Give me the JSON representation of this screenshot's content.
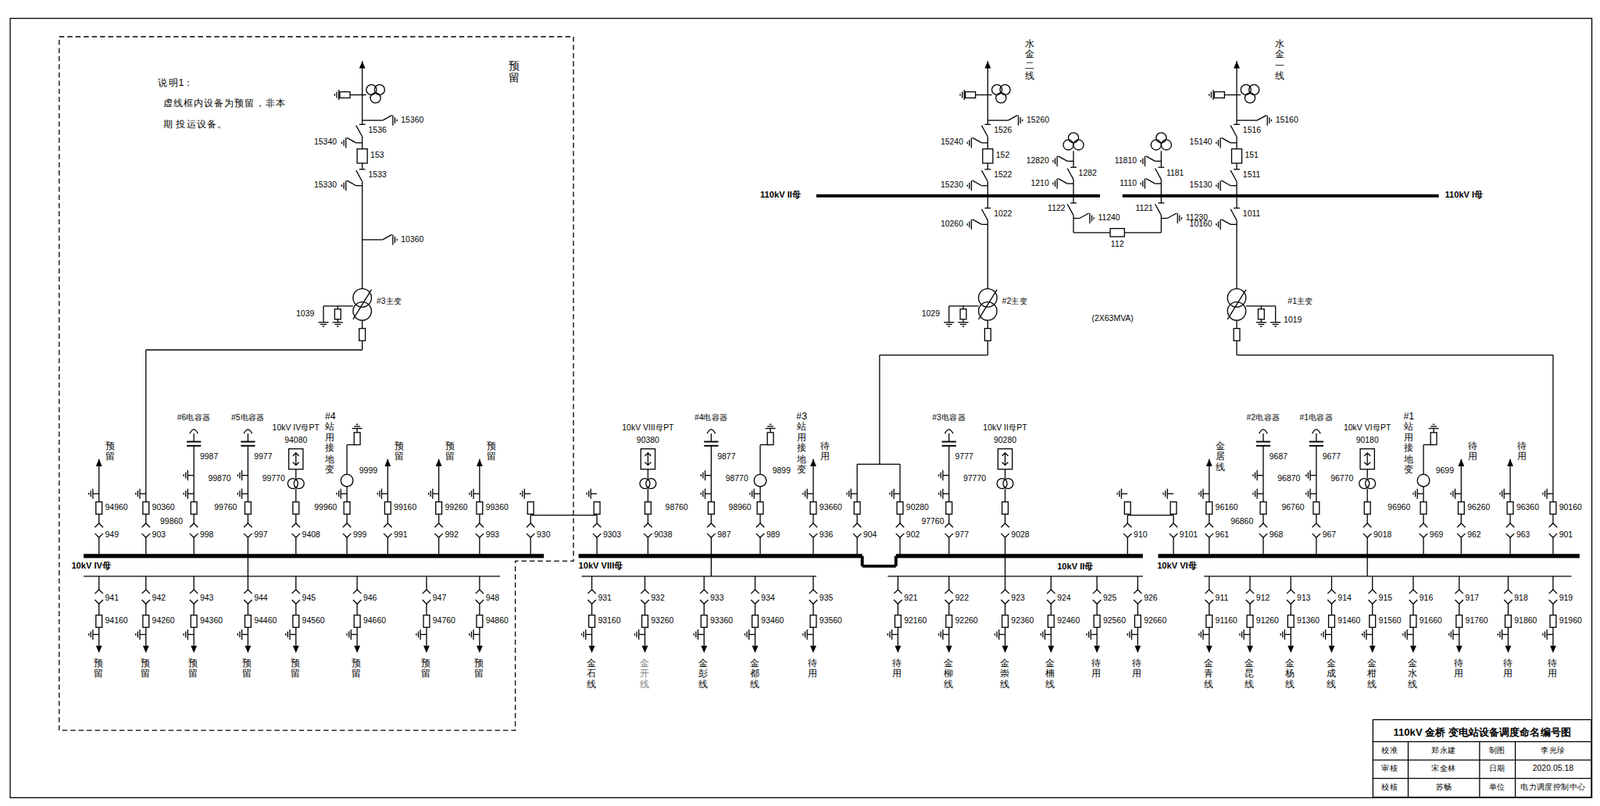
{
  "diagram": {
    "nodes": [
      {
        "text": [
          "说明1：",
          "虚线框内设备为预留，非本期 投运设备。",
          "预留"
        ]
      },
      {
        "text": [
          "110kV 金桥 变电站设备调度命名编号图"
        ]
      }
    ],
    "labels": [
      "15340",
      "1536",
      "15360",
      "153",
      "15330",
      "1533",
      "10360",
      "1039",
      "#3主变",
      "水金二线",
      "15240",
      "1526",
      "15260",
      "152",
      "15230",
      "1522",
      "10260",
      "1022",
      "水金一线",
      "15140",
      "1516",
      "15160",
      "151",
      "15130",
      "1511",
      "10160",
      "1011",
      "110kV II母",
      "110kV I母",
      "12820",
      "1282",
      "1210",
      "11810",
      "1181",
      "1110",
      "1122",
      "11240",
      "1121",
      "11230",
      "112",
      "#2主变",
      "1029",
      "(2X63MVA)",
      "#1主变",
      "1019",
      "10kV IV母",
      "10kV VIII母",
      "10kV II母",
      "10kV VI母",
      "预留",
      "94960",
      "949",
      "90360",
      "903",
      "#6电容器",
      "9987",
      "99870",
      "99860",
      "998",
      "#5电容器",
      "9977",
      "99770",
      "99760",
      "997",
      "10kV IV母PT",
      "94080",
      "9408",
      "#4站用接地变",
      "9999",
      "99960",
      "999",
      "预留",
      "99160",
      "991",
      "预留",
      "99260",
      "992",
      "预留",
      "99360",
      "993",
      "930",
      "9303",
      "941",
      "94160",
      "预留",
      "942",
      "94260",
      "预留",
      "943",
      "94360",
      "预留",
      "944",
      "94460",
      "预留",
      "945",
      "94560",
      "预留",
      "946",
      "94660",
      "预留",
      "947",
      "94760",
      "预留",
      "948",
      "94860",
      "预留",
      "10kV VIII母PT",
      "90380",
      "9038",
      "#4电容器",
      "9877",
      "98770",
      "98760",
      "987",
      "#3站用接地变",
      "9899",
      "98960",
      "989",
      "待用",
      "93660",
      "936",
      "904",
      "931",
      "93160",
      "金石线",
      "932",
      "93260",
      "金开线",
      "933",
      "93360",
      "金彭线",
      "934",
      "93460",
      "金都线",
      "935",
      "93560",
      "待用",
      "90280",
      "902",
      "#3电容器",
      "9777",
      "97770",
      "97760",
      "977",
      "10kV II母PT",
      "90280",
      "9028",
      "910",
      "921",
      "92160",
      "待用",
      "922",
      "92260",
      "金柳线",
      "923",
      "92360",
      "金崇线",
      "924",
      "92460",
      "金楠线",
      "925",
      "92560",
      "待用",
      "926",
      "92660",
      "待用",
      "9101",
      "金居线",
      "96160",
      "961",
      "#2电容器",
      "9687",
      "96870",
      "96860",
      "968",
      "#1电容器",
      "9677",
      "96770",
      "96760",
      "967",
      "10kV VI母PT",
      "90180",
      "9018",
      "#1站用接地变",
      "9699",
      "96960",
      "969",
      "待用",
      "96260",
      "962",
      "待用",
      "96360",
      "963",
      "90160",
      "901",
      "911",
      "91160",
      "金青线",
      "912",
      "91260",
      "金昆线",
      "913",
      "91360",
      "金杨线",
      "914",
      "91460",
      "金成线",
      "915",
      "91560",
      "金柑线",
      "916",
      "91660",
      "金水线",
      "917",
      "91760",
      "待用",
      "918",
      "91860",
      "待用",
      "919",
      "91960",
      "待用",
      "校准",
      "郑永建",
      "制图",
      "李光珍",
      "审核",
      "宋全林",
      "日期",
      "2020.05.18",
      "校核",
      "苏畅",
      "单位",
      "电力调度控制中心"
    ]
  }
}
